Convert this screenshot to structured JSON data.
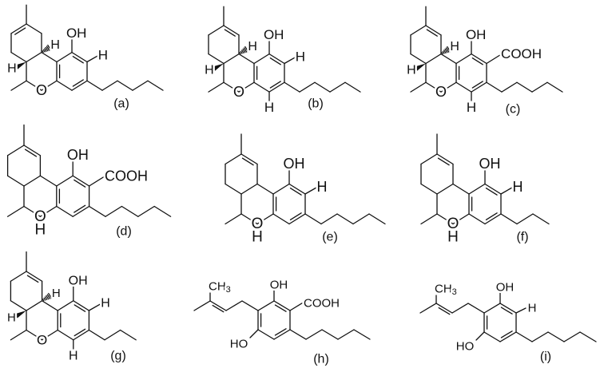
{
  "figure": {
    "molecules": [
      {
        "id": "a",
        "label": "(a)",
        "oh": "OH",
        "aryl_h": "H",
        "ring_o": "O",
        "stereo_h1": "H",
        "stereo_h2": "H"
      },
      {
        "id": "b",
        "label": "(b)",
        "oh": "OH",
        "aryl_h": "H",
        "ring_o": "O",
        "stereo_h1": "H",
        "stereo_h2": "H",
        "bottom_h": "H"
      },
      {
        "id": "c",
        "label": "(c)",
        "oh": "OH",
        "carboxyl": "COOH",
        "ring_o": "O",
        "stereo_h1": "H",
        "stereo_h2": "H",
        "bottom_h": "H"
      },
      {
        "id": "d",
        "label": "(d)",
        "oh": "OH",
        "carboxyl": "COOH",
        "ring_o": "O",
        "oxo_h": "H"
      },
      {
        "id": "e",
        "label": "(e)",
        "oh": "OH",
        "aryl_h": "H",
        "ring_o": "O",
        "oxo_h": "H"
      },
      {
        "id": "f",
        "label": "(f)",
        "oh": "OH",
        "aryl_h": "H",
        "ring_o": "O",
        "oxo_h": "H"
      },
      {
        "id": "g",
        "label": "(g)",
        "oh": "OH",
        "aryl_h": "H",
        "ring_o": "O",
        "stereo_h1": "H",
        "stereo_h2": "H",
        "bottom_h": "H"
      },
      {
        "id": "h",
        "label": "(h)",
        "oh": "OH",
        "carboxyl": "COOH",
        "ho": "HO",
        "methyl": "CH",
        "methyl_sub": "3"
      },
      {
        "id": "i",
        "label": "(i)",
        "oh": "OH",
        "aryl_h": "H",
        "ho": "HO",
        "methyl": "CH",
        "methyl_sub": "3"
      }
    ]
  }
}
